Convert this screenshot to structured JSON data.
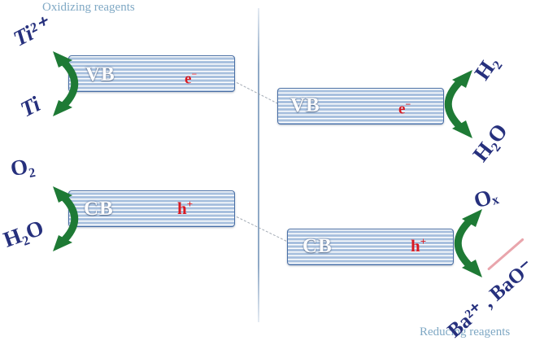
{
  "figure": {
    "type": "energy-band-diagram",
    "description": "Two-photosystem charge transfer band diagram with valence and conduction bands",
    "colors": {
      "band_fill": "#b8cce4",
      "band_stripe": "#a8c0de",
      "band_border": "#4a6fa5",
      "band_label_text": "#ffffff",
      "carrier_text": "#d81921",
      "species_text": "#26307d",
      "caption_text": "#7fa8c4",
      "arrow_green": "#1e7a35",
      "connector_grey": "#9aa3ad",
      "divider_blue": "#8fa9c6",
      "underline_pink": "#e8a0a8"
    }
  },
  "captions": {
    "top_left": "Oxidizing reagents",
    "bottom_right": "Reducing reagents"
  },
  "bands": [
    {
      "id": "left-vb",
      "label": "VB",
      "carrier": "e",
      "carrier_charge": "-",
      "side": "left",
      "level": "upper"
    },
    {
      "id": "right-vb",
      "label": "VB",
      "carrier": "e",
      "carrier_charge": "-",
      "side": "right",
      "level": "upper"
    },
    {
      "id": "left-cb",
      "label": "CB",
      "carrier": "h",
      "carrier_charge": "+",
      "side": "left",
      "level": "lower"
    },
    {
      "id": "right-cb",
      "label": "CB",
      "carrier": "h",
      "carrier_charge": "+",
      "side": "right",
      "level": "lower"
    }
  ],
  "species": {
    "left_upper_top": {
      "base": "Ti",
      "sup": "2+",
      "sub": ""
    },
    "left_upper_bottom": {
      "base": "Ti",
      "sup": "",
      "sub": ""
    },
    "left_lower_top": {
      "base": "O",
      "sup": "",
      "sub": "2"
    },
    "left_lower_bottom": {
      "base": "H",
      "sup": "",
      "sub": "2",
      "tail": "O"
    },
    "right_upper_top": {
      "base": "H",
      "sup": "",
      "sub": "2"
    },
    "right_upper_bottom": {
      "base": "H",
      "sup": "",
      "sub": "2",
      "tail": "O"
    },
    "right_lower_top": {
      "base": "O",
      "sup": "",
      "sub": "x"
    },
    "right_lower_bottom": {
      "text": "Ba2+ , BaO-"
    }
  },
  "species_text": {
    "ti_2plus": "Ti²⁺",
    "ti": "Ti",
    "o2": "O₂",
    "h2o_left": "H₂O",
    "h2": "H₂",
    "h2o_right": "H₂O",
    "ox": "Oₓ",
    "ba": "Ba²⁺ , BaO⁻"
  },
  "arrows": [
    {
      "id": "arrow-left-upper",
      "direction": "bidirectional",
      "bow": "left"
    },
    {
      "id": "arrow-left-lower",
      "direction": "bidirectional",
      "bow": "left"
    },
    {
      "id": "arrow-right-upper",
      "direction": "bidirectional",
      "bow": "right"
    },
    {
      "id": "arrow-right-lower",
      "direction": "bidirectional",
      "bow": "right"
    }
  ]
}
